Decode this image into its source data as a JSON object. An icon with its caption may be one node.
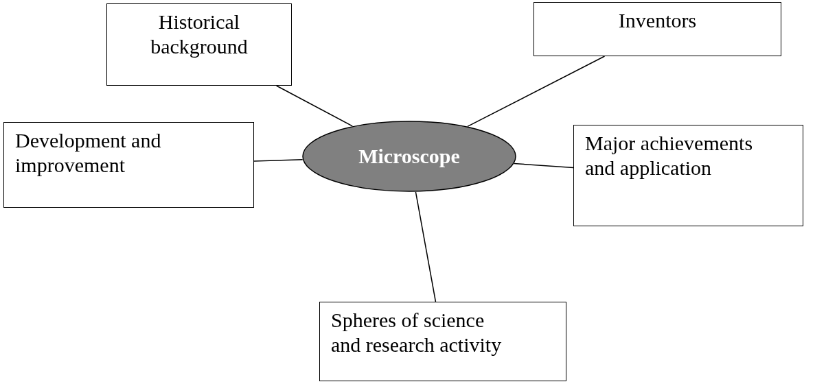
{
  "diagram": {
    "nodes": [
      {
        "text": [
          "Historical background"
        ]
      },
      {
        "text": [
          "Inventors"
        ]
      },
      {
        "text": [
          "Development and improvement"
        ]
      },
      {
        "text": [
          "Microscope"
        ]
      },
      {
        "text": [
          "Major achievements and application"
        ]
      },
      {
        "text": [
          "Spheres of science and research activity"
        ]
      }
    ],
    "edges": [
      {
        "from": 3,
        "to": 0,
        "arrow": "none"
      },
      {
        "from": 3,
        "to": 1,
        "arrow": "none"
      },
      {
        "from": 3,
        "to": 2,
        "arrow": "none"
      },
      {
        "from": 3,
        "to": 4,
        "arrow": "none"
      },
      {
        "from": 3,
        "to": 5,
        "arrow": "none"
      }
    ]
  }
}
